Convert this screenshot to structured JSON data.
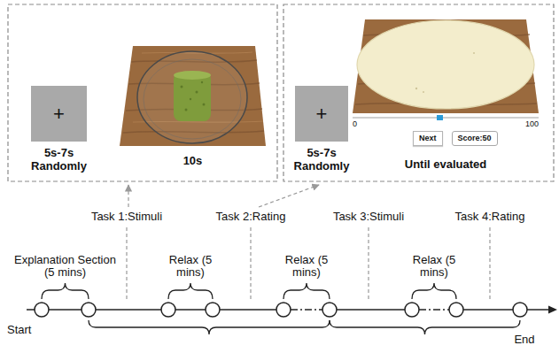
{
  "diagram": {
    "nodes": [
      {
        "text": [
          "+",
          "5s-7s Randomly"
        ]
      },
      {
        "text": [
          "10s"
        ]
      },
      {
        "text": [
          "+",
          "5s-7s Randomly"
        ]
      },
      {
        "text": [
          "0",
          "100",
          "Until evaluated"
        ]
      },
      {
        "text": [
          "Next"
        ],
        "in": 3
      },
      {
        "text": [
          "Score:50"
        ],
        "in": 3
      }
    ],
    "labels": [
      "Task 1:Stimuli",
      "Task 2:Rating",
      "Task 3:Stimuli",
      "Task 4:Rating",
      "Explanation Section (5 mins)",
      "Relax (5 mins)",
      "Relax (5 mins)",
      "Relax (5 mins)",
      "Start",
      "End"
    ]
  }
}
